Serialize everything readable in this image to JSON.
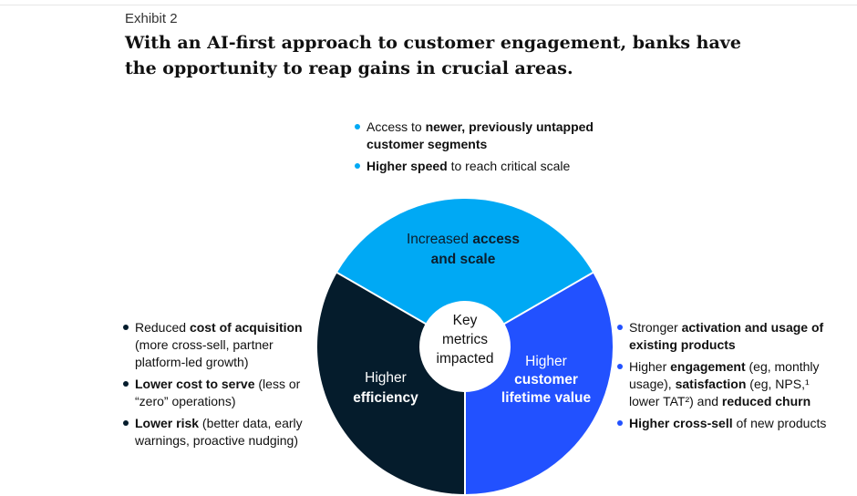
{
  "exhibit_label": "Exhibit 2",
  "title": "With an AI-first approach to customer engagement, banks have the opportunity to reap gains in crucial areas.",
  "colors": {
    "access": "#00a9f4",
    "lifetime": "#2251ff",
    "efficiency": "#051c2c",
    "divider": "#ffffff"
  },
  "center": {
    "lines": [
      "Key",
      "metrics",
      "impacted"
    ]
  },
  "segments": {
    "access": {
      "lines": [
        [
          {
            "t": "Increased ",
            "b": false
          },
          {
            "t": "access",
            "b": true
          }
        ],
        [
          {
            "t": "and scale",
            "b": true
          }
        ]
      ]
    },
    "efficiency": {
      "lines": [
        [
          {
            "t": "Higher",
            "b": false
          }
        ],
        [
          {
            "t": "efficiency",
            "b": true
          }
        ]
      ]
    },
    "lifetime": {
      "lines": [
        [
          {
            "t": "Higher",
            "b": false
          }
        ],
        [
          {
            "t": "customer",
            "b": true
          }
        ],
        [
          {
            "t": "lifetime value",
            "b": true
          }
        ]
      ]
    }
  },
  "bullets_top": [
    {
      "lines": [
        [
          {
            "t": "Access to ",
            "b": false
          },
          {
            "t": "newer, previously untapped",
            "b": true
          }
        ],
        [
          {
            "t": "customer segments",
            "b": true
          }
        ]
      ]
    },
    {
      "lines": [
        [
          {
            "t": "Higher speed",
            "b": true
          },
          {
            "t": " to reach critical scale",
            "b": false
          }
        ]
      ]
    }
  ],
  "bullets_left": [
    {
      "lines": [
        [
          {
            "t": "Reduced ",
            "b": false
          },
          {
            "t": "cost of acquisition",
            "b": true
          }
        ],
        [
          {
            "t": "(more cross-sell, partner",
            "b": false
          }
        ],
        [
          {
            "t": "platform-led growth)",
            "b": false
          }
        ]
      ]
    },
    {
      "lines": [
        [
          {
            "t": "Lower cost to serve",
            "b": true
          },
          {
            "t": " (less or",
            "b": false
          }
        ],
        [
          {
            "t": "“zero” operations)",
            "b": false
          }
        ]
      ]
    },
    {
      "lines": [
        [
          {
            "t": "Lower risk",
            "b": true
          },
          {
            "t": " (better data, early",
            "b": false
          }
        ],
        [
          {
            "t": "warnings, proactive nudging)",
            "b": false
          }
        ]
      ]
    }
  ],
  "bullets_right": [
    {
      "lines": [
        [
          {
            "t": "Stronger ",
            "b": false
          },
          {
            "t": "activation and usage of",
            "b": true
          }
        ],
        [
          {
            "t": "existing products",
            "b": true
          }
        ]
      ]
    },
    {
      "lines": [
        [
          {
            "t": "Higher ",
            "b": false
          },
          {
            "t": "engagement",
            "b": true
          },
          {
            "t": " (eg, monthly",
            "b": false
          }
        ],
        [
          {
            "t": "usage), ",
            "b": false
          },
          {
            "t": "satisfaction",
            "b": true
          },
          {
            "t": " (eg, NPS,¹",
            "b": false
          }
        ],
        [
          {
            "t": "lower TAT²) and ",
            "b": false
          },
          {
            "t": "reduced churn",
            "b": true
          }
        ]
      ]
    },
    {
      "lines": [
        [
          {
            "t": "Higher cross-sell",
            "b": true
          },
          {
            "t": " of new products",
            "b": false
          }
        ]
      ]
    }
  ]
}
